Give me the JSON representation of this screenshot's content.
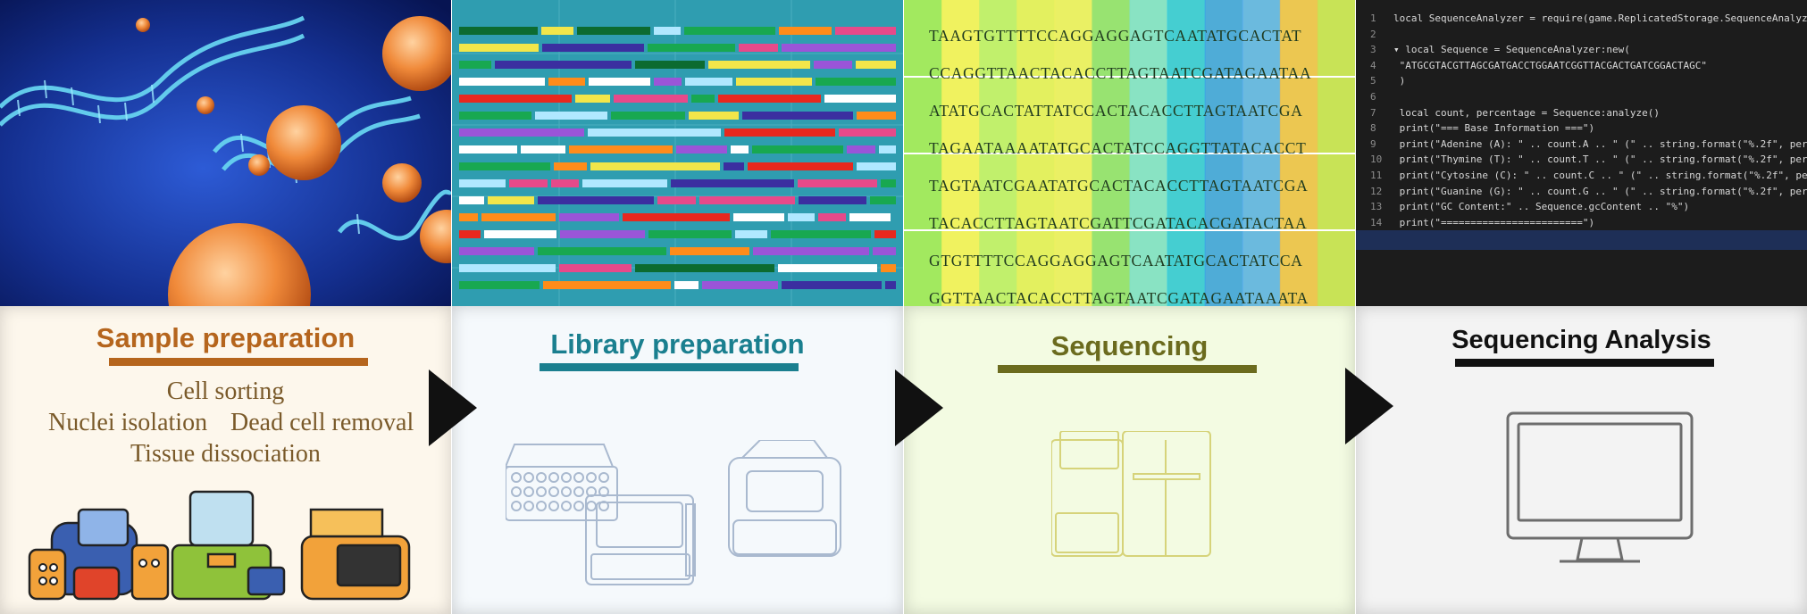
{
  "steps": [
    {
      "title": "Sample preparation",
      "title_color": "#b5651d",
      "underline_color": "#b5651d",
      "items": [
        "Cell sorting",
        "Nuclei isolation",
        "Dead cell removal",
        "Tissue dissociation"
      ]
    },
    {
      "title": "Library preparation",
      "title_color": "#1a7f8f",
      "underline_color": "#1a7f8f"
    },
    {
      "title": "Sequencing",
      "title_color": "#6b6b1e",
      "underline_color": "#6b6b1e"
    },
    {
      "title": "Sequencing Analysis",
      "title_color": "#111111",
      "underline_color": "#111111"
    }
  ],
  "sequences": [
    "TAAGTGTTTTCCAGGAGGAGTCAATATGCACTAT",
    "CCAGGTTAACTACACCTTAGTAATCGATAGAATAA",
    "ATATGCACTATTATCCACTACACCTTAGTAATCGA",
    "TAGAATAAAATATGCACTATCCAGGTTATACACCT",
    "TAGTAATCGAATATGCACTACACCTTAGTAATCGA",
    "TACACCTTAGTAATCGATTCGATACACGATACTAA",
    "GTGTTTTCCAGGAGGAGTCAATATGCACTATCCA",
    "GGTTAACTACACCTTAGTAATCGATAGAATAAATA"
  ],
  "code": [
    {
      "n": "1",
      "text": "local SequenceAnalyzer = require(game.ReplicatedStorage.SequenceAnalyzerModule)"
    },
    {
      "n": "2",
      "text": ""
    },
    {
      "n": "3",
      "text": "▾ local Sequence = SequenceAnalyzer:new("
    },
    {
      "n": "4",
      "text": "      \"ATGCGTACGTTAGCGATGACCTGGAATCGGTTACGACTGATCGGACTAGC\""
    },
    {
      "n": "5",
      "text": "  )"
    },
    {
      "n": "6",
      "text": ""
    },
    {
      "n": "7",
      "text": "  local count, percentage = Sequence:analyze()"
    },
    {
      "n": "8",
      "text": "  print(\"=== Base Information ===\")"
    },
    {
      "n": "9",
      "text": "  print(\"Adenine (A): \" .. count.A .. \" (\" .. string.format(\"%.2f\", percentage.A) .. \"%)\")"
    },
    {
      "n": "10",
      "text": "  print(\"Thymine (T): \" .. count.T .. \" (\" .. string.format(\"%.2f\", percentage.T) .. \"%)\")"
    },
    {
      "n": "11",
      "text": "  print(\"Cytosine (C): \" .. count.C .. \" (\" .. string.format(\"%.2f\", percentage.C) .. \"%)\")"
    },
    {
      "n": "12",
      "text": "  print(\"Guanine (G): \" .. count.G .. \" (\" .. string.format(\"%.2f\", percentage.G) .. \"%)\")"
    },
    {
      "n": "13",
      "text": "  print(\"GC Content:\" .. Sequence.gcContent .. \"%\")"
    },
    {
      "n": "14",
      "text": "  print(\"========================\")"
    }
  ],
  "icons": {
    "p1_image": "cells-dna-image",
    "p2_image": "dna-library-gel-image",
    "p3_image": "sequence-reads-image",
    "p4_image": "code-editor-image",
    "p1_instruments": "lab-instruments-icon",
    "p2_instruments": "library-instruments-icon",
    "p3_instrument": "sequencer-icon",
    "p4_instrument": "monitor-icon",
    "arrow": "arrow-right-icon"
  }
}
